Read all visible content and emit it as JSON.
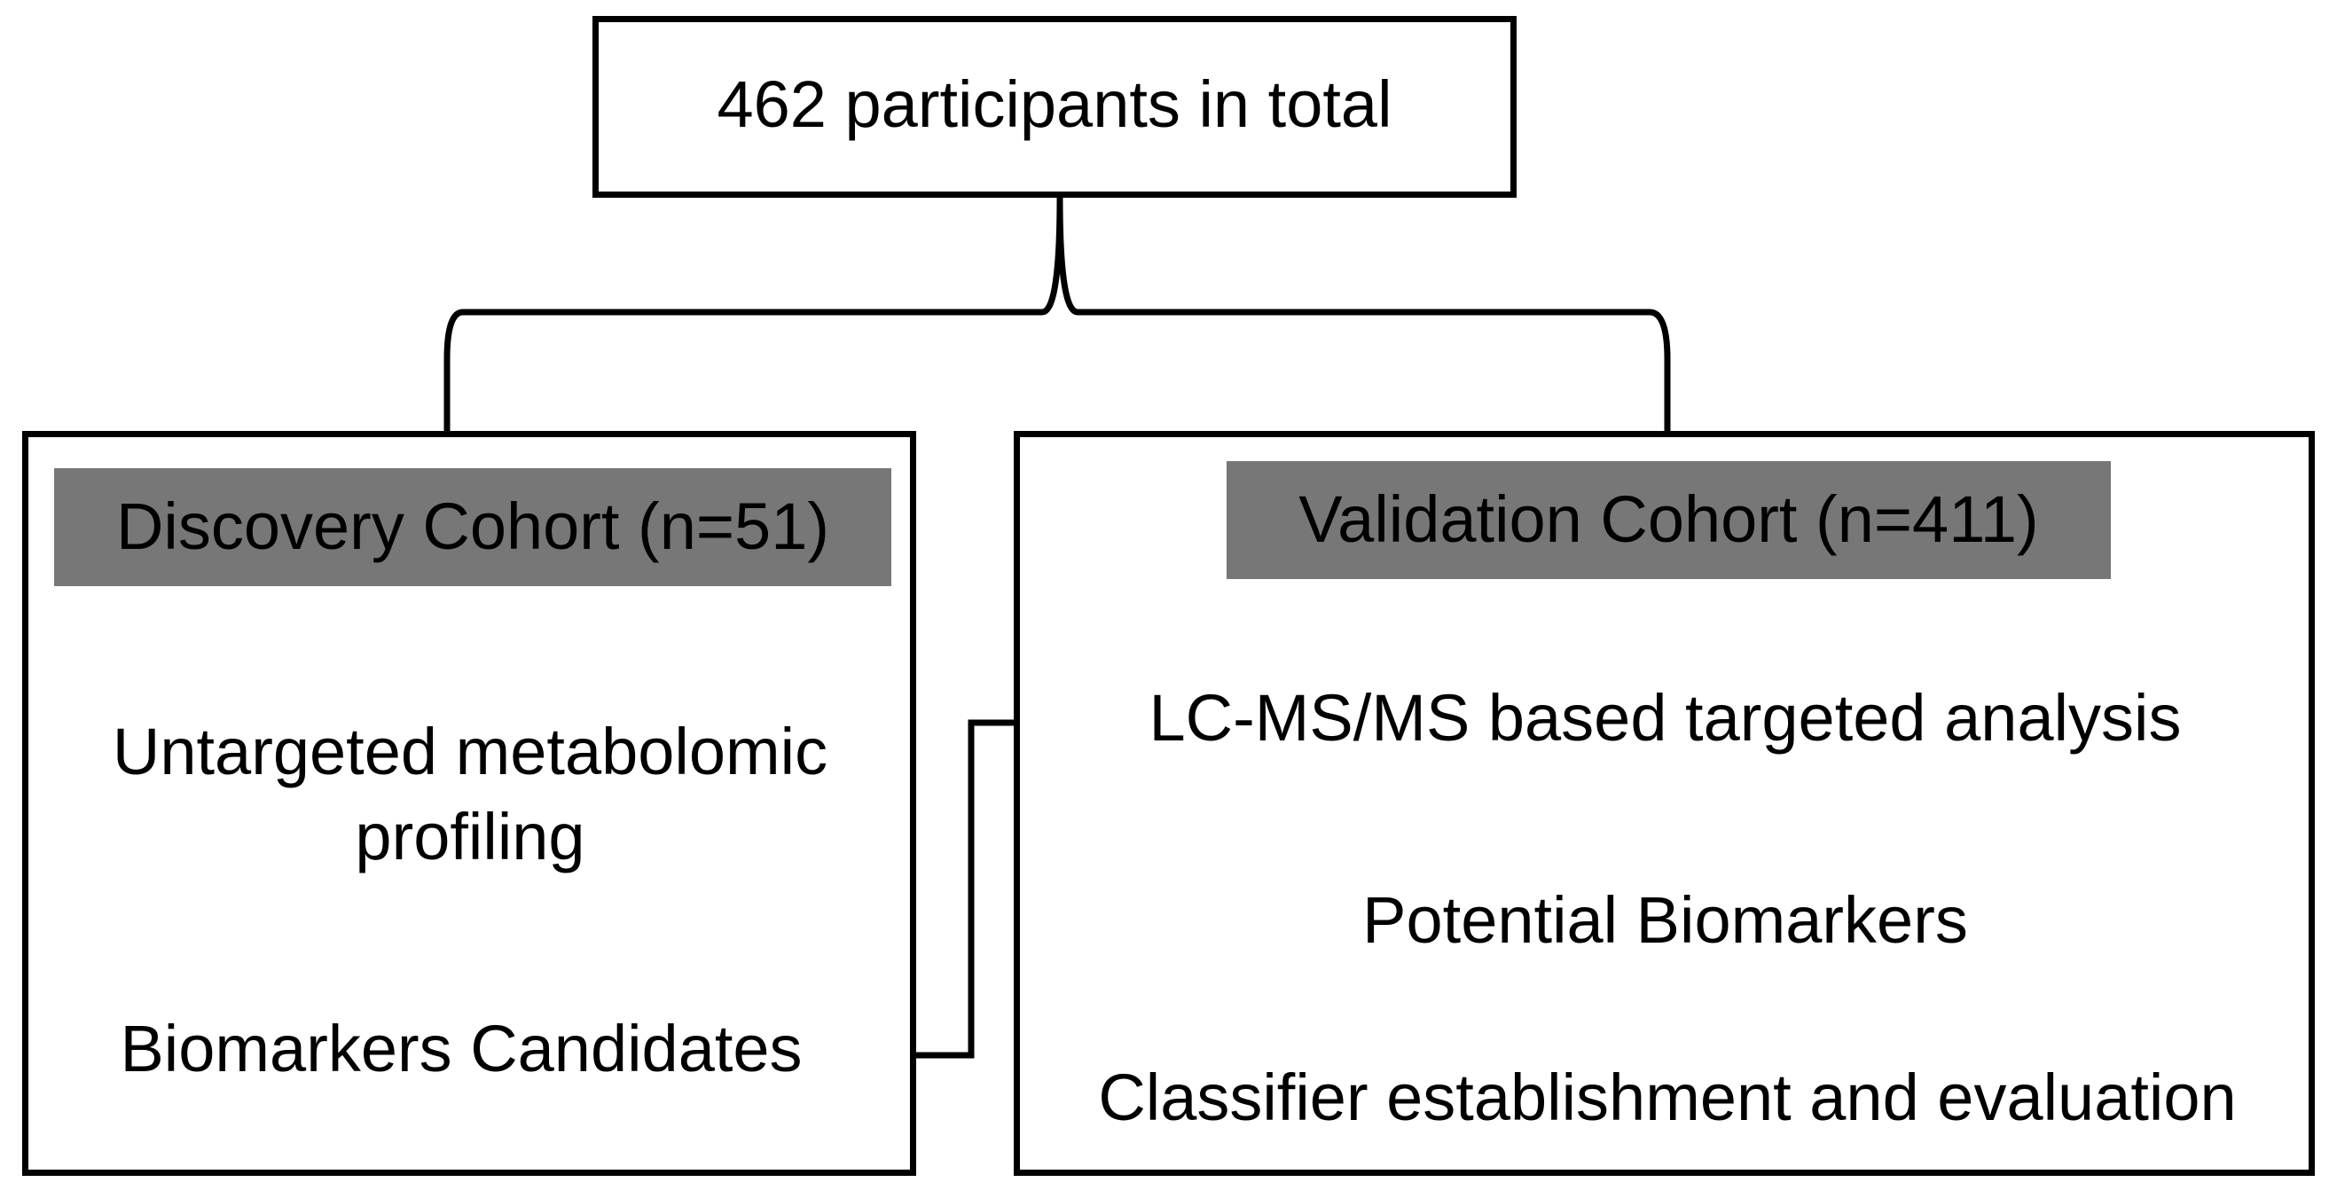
{
  "diagram": {
    "top_node": {
      "label": "462 participants in total"
    },
    "discovery": {
      "header": "Discovery Cohort (n=51)",
      "steps": [
        "Untargeted metabolomic profiling",
        "Biomarkers Candidates"
      ]
    },
    "validation": {
      "header": "Validation Cohort (n=411)",
      "steps": [
        "LC-MS/MS based targeted analysis",
        "Potential Biomarkers",
        "Classifier establishment and evaluation"
      ]
    },
    "colors": {
      "stroke": "#000000",
      "header_fill": "#777777",
      "background": "#ffffff"
    }
  }
}
